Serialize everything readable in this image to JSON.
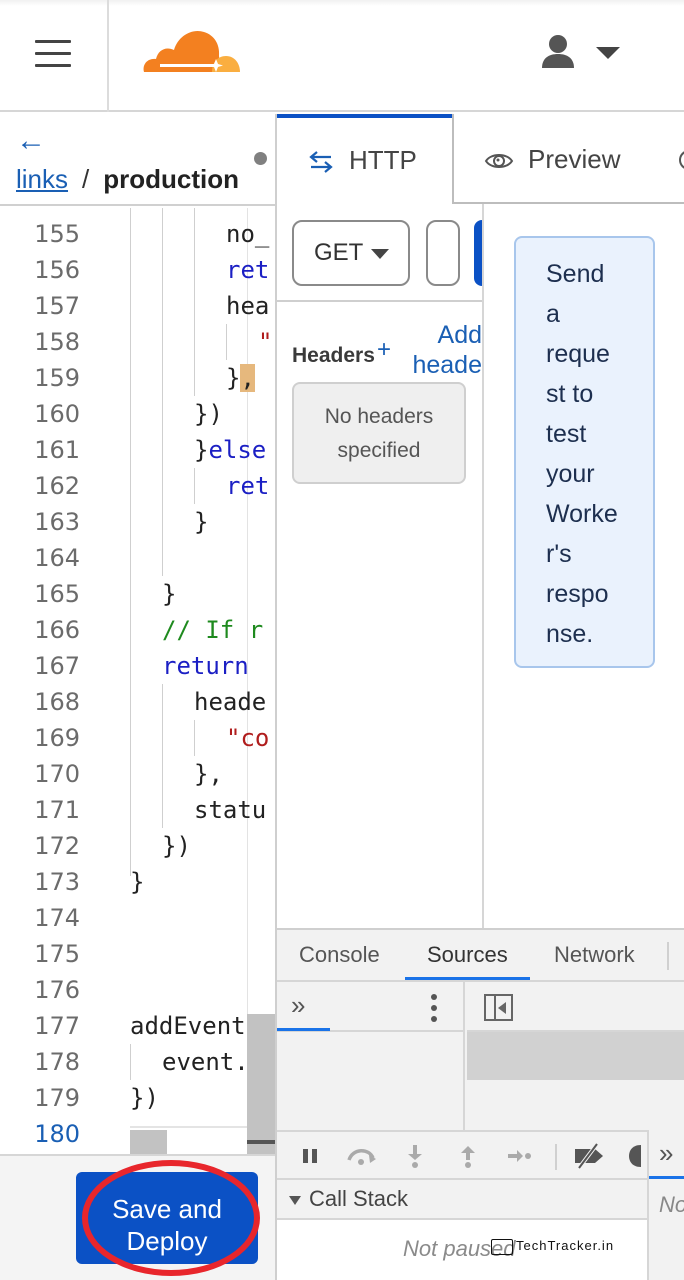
{
  "topbar": {
    "menu_icon": "hamburger-icon",
    "logo": "cloudflare-logo",
    "user_icon": "user-icon",
    "user_caret": "caret-down-icon"
  },
  "editor": {
    "back_icon": "arrow-left-icon",
    "breadcrumb": {
      "link": "links",
      "separator": "/",
      "current": "production"
    },
    "unsaved_indicator": "dot",
    "line_numbers": [
      "155",
      "156",
      "157",
      "158",
      "159",
      "160",
      "161",
      "162",
      "163",
      "164",
      "165",
      "166",
      "167",
      "168",
      "169",
      "170",
      "171",
      "172",
      "173",
      "174",
      "175",
      "176",
      "177",
      "178",
      "179",
      "180"
    ],
    "active_line": "180",
    "lines": {
      "l155": "no_",
      "l156": "ret",
      "l157": "hea",
      "l158": "\"",
      "l159a": "}",
      "l159b": ",",
      "l160": "})",
      "l161a": "}",
      "l161b": "else",
      "l162": "ret",
      "l163": "}",
      "l165": "}",
      "l166": "// If r",
      "l167": "return",
      "l168": "heade",
      "l169": "\"co",
      "l170": "},",
      "l171": "statu",
      "l172": "})",
      "l173": "}",
      "l177": "addEventL",
      "l178": "event.r",
      "l179": "})"
    },
    "deploy_button": "Save and Deploy",
    "deploy_button_line1": "Save and",
    "deploy_button_line2": "Deploy"
  },
  "right_panel": {
    "tabs": [
      {
        "label": "HTTP",
        "icon": "arrows-left-right-icon",
        "active": true
      },
      {
        "label": "Preview",
        "icon": "eye-icon",
        "active": false
      }
    ],
    "request": {
      "method": "GET",
      "url_value": ""
    },
    "headers_label": "Headers",
    "add_header_line1": "Add",
    "add_header_line2": "heade",
    "no_headers_line1": "No headers",
    "no_headers_line2": "specified",
    "hint_lines": [
      "Send",
      "a",
      "reque",
      "st to",
      "test",
      "your",
      "Worke",
      "r's",
      "respo",
      "nse."
    ]
  },
  "devtools": {
    "tabs": [
      {
        "label": "Console",
        "active": false
      },
      {
        "label": "Sources",
        "active": true
      },
      {
        "label": "Network",
        "active": false
      }
    ],
    "call_stack_label": "Call Stack",
    "not_paused": "Not paused",
    "side_not_paused": "Not paused"
  },
  "watermark": "TechTracker.in",
  "colors": {
    "accent": "#0b51c5",
    "link": "#1a5fb4",
    "logo_orange": "#f38020",
    "logo_light_orange": "#faae40",
    "annotation_red": "#e8262c"
  }
}
